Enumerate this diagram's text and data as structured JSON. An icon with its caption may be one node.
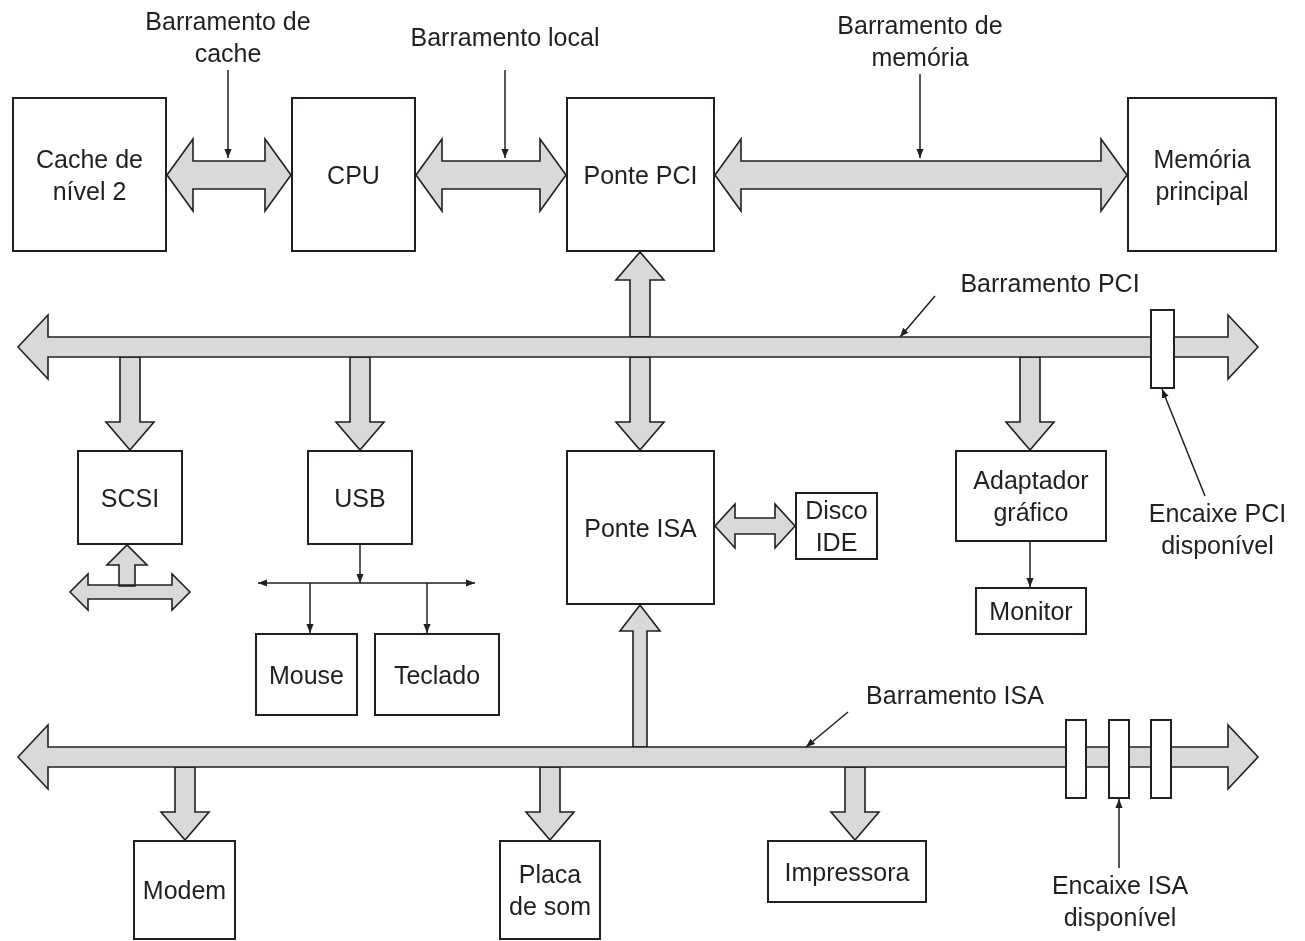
{
  "diagram": {
    "nodes": [
      {
        "text": [
          "Cache de nível 2"
        ]
      },
      {
        "text": [
          "CPU"
        ]
      },
      {
        "text": [
          "Ponte PCI"
        ]
      },
      {
        "text": [
          "Memória principal"
        ]
      },
      {
        "text": [
          "Barramento de cache"
        ]
      },
      {
        "text": [
          "Barramento local"
        ]
      },
      {
        "text": [
          "Barramento de memória"
        ]
      },
      {
        "text": [
          "Barramento PCI"
        ]
      },
      {
        "text": [],
        "shape": "bar"
      },
      {
        "text": [],
        "shape": "box"
      },
      {
        "text": [
          "Encaixe PCI disponível"
        ]
      },
      {
        "text": [
          "SCSI"
        ]
      },
      {
        "text": [
          "USB"
        ]
      },
      {
        "text": [
          "Ponte ISA"
        ]
      },
      {
        "text": [
          "Disco IDE"
        ]
      },
      {
        "text": [
          "Adaptador gráfico"
        ]
      },
      {
        "text": [
          "Monitor"
        ]
      },
      {
        "text": [],
        "shape": "bar"
      },
      {
        "text": [
          "Mouse"
        ]
      },
      {
        "text": [
          "Teclado"
        ]
      },
      {
        "text": [
          "Barramento ISA"
        ]
      },
      {
        "text": [],
        "shape": "bar"
      },
      {
        "text": [],
        "shape": "box"
      },
      {
        "text": [],
        "shape": "box"
      },
      {
        "text": [],
        "shape": "box"
      },
      {
        "text": [
          "Encaixe ISA disponível"
        ]
      },
      {
        "text": [
          "Modem"
        ]
      },
      {
        "text": [
          "Placa de som"
        ]
      },
      {
        "text": [
          "Impressora"
        ]
      }
    ],
    "edges": [
      {
        "from": 0,
        "to": 1,
        "arrow": "both",
        "style": "thick"
      },
      {
        "from": 1,
        "to": 2,
        "arrow": "both",
        "style": "thick"
      },
      {
        "from": 2,
        "to": 3,
        "arrow": "both",
        "style": "thick"
      },
      {
        "from": 4,
        "to": null,
        "arrow": "to"
      },
      {
        "from": 5,
        "to": null,
        "arrow": "to"
      },
      {
        "from": 6,
        "to": null,
        "arrow": "to"
      },
      {
        "from": 8,
        "to": 2,
        "arrow": "to",
        "style": "thick"
      },
      {
        "from": 8,
        "to": 11,
        "arrow": "to",
        "style": "thick"
      },
      {
        "from": 8,
        "to": 12,
        "arrow": "to",
        "style": "thick"
      },
      {
        "from": 8,
        "to": 13,
        "arrow": "to",
        "style": "thick"
      },
      {
        "from": 8,
        "to": 15,
        "arrow": "to",
        "style": "thick"
      },
      {
        "from": 7,
        "to": 8,
        "arrow": "to"
      },
      {
        "from": 10,
        "to": 9,
        "arrow": "to"
      },
      {
        "from": 13,
        "to": 14,
        "arrow": "both",
        "style": "thick"
      },
      {
        "from": 15,
        "to": 16,
        "arrow": "to"
      },
      {
        "from": 12,
        "to": 17,
        "arrow": "to"
      },
      {
        "from": 17,
        "to": 18,
        "arrow": "to"
      },
      {
        "from": 17,
        "to": 19,
        "arrow": "to"
      },
      {
        "from": null,
        "to": 11,
        "arrow": "to",
        "style": "thick"
      },
      {
        "from": 21,
        "to": 13,
        "arrow": "to",
        "style": "thick"
      },
      {
        "from": 21,
        "to": 26,
        "arrow": "to",
        "style": "thick"
      },
      {
        "from": 21,
        "to": 27,
        "arrow": "to",
        "style": "thick"
      },
      {
        "from": 21,
        "to": 28,
        "arrow": "to",
        "style": "thick"
      },
      {
        "from": 20,
        "to": 21,
        "arrow": "to"
      },
      {
        "from": 25,
        "to": 23,
        "arrow": "to"
      }
    ]
  }
}
